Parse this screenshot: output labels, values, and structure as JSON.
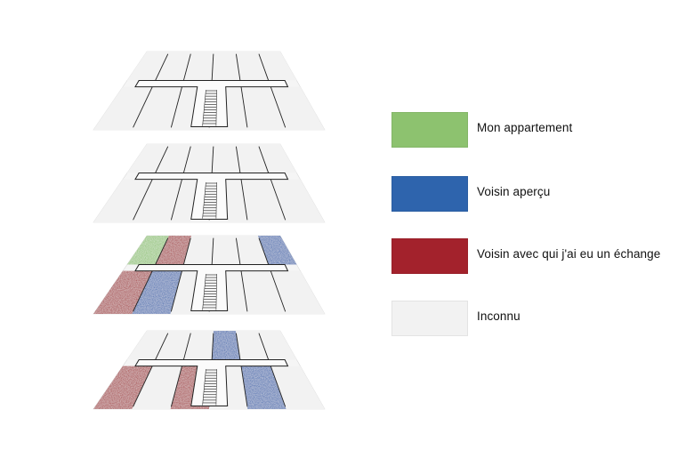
{
  "colors": {
    "mon_appartement": "#8dc26f",
    "voisin_apercu": "#2e64ad",
    "voisin_echange": "#a3222c",
    "inconnu": "#f2f2f2"
  },
  "legend": [
    {
      "label": "Mon appartement",
      "color": "#8dc26f"
    },
    {
      "label": "Voisin aperçu",
      "color": "#2e64ad"
    },
    {
      "label": "Voisin avec qui j'ai eu un échange",
      "color": "#a3222c"
    },
    {
      "label": "Inconnu",
      "color": "#f2f2f2"
    }
  ],
  "floors": [
    {
      "back": [
        "inconnu",
        "inconnu",
        "inconnu",
        "inconnu",
        "inconnu",
        "inconnu"
      ],
      "front": [
        "inconnu",
        "inconnu",
        "inconnu",
        "inconnu",
        "inconnu",
        "inconnu"
      ]
    },
    {
      "back": [
        "inconnu",
        "inconnu",
        "inconnu",
        "inconnu",
        "inconnu",
        "inconnu"
      ],
      "front": [
        "inconnu",
        "inconnu",
        "inconnu",
        "inconnu",
        "inconnu",
        "inconnu"
      ]
    },
    {
      "back": [
        "mon_appartement",
        "voisin_echange",
        "inconnu",
        "inconnu",
        "inconnu",
        "voisin_apercu"
      ],
      "front": [
        "voisin_echange",
        "voisin_apercu",
        "inconnu",
        "inconnu",
        "inconnu",
        "inconnu"
      ]
    },
    {
      "back": [
        "inconnu",
        "inconnu",
        "inconnu",
        "voisin_apercu",
        "inconnu",
        "inconnu"
      ],
      "front": [
        "voisin_echange",
        "inconnu",
        "voisin_echange",
        "inconnu",
        "voisin_apercu",
        "inconnu"
      ]
    }
  ]
}
